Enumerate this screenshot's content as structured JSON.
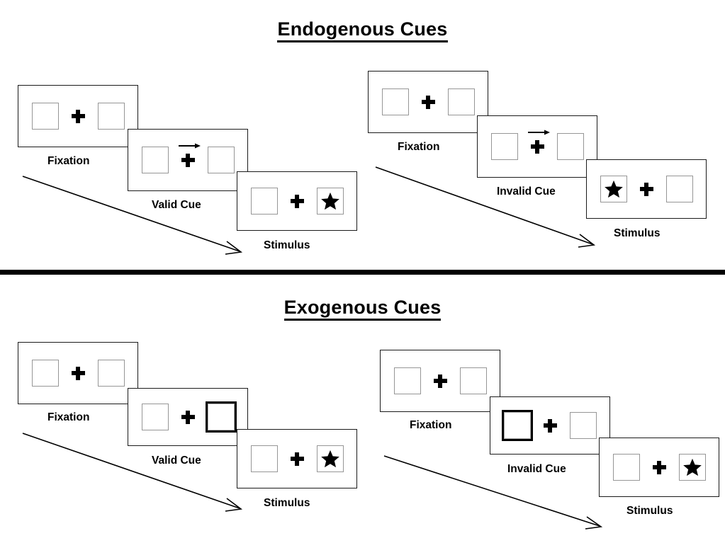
{
  "figure": {
    "title_endogenous": "Endogenous Cues",
    "title_exogenous": "Exogenous Cues"
  },
  "sections": [
    {
      "id": "endogenous",
      "title": "Endogenous Cues",
      "cue_type": "central-arrow",
      "sequences": [
        {
          "id": "endogenous-valid",
          "condition": "Valid Cue",
          "frames": [
            {
              "caption": "Fixation",
              "left_box": "empty",
              "right_box": "empty",
              "center": "plus",
              "arrow": "none"
            },
            {
              "caption": "Valid Cue",
              "left_box": "empty",
              "right_box": "empty",
              "center": "plus-with-arrow",
              "arrow": "right"
            },
            {
              "caption": "Stimulus",
              "left_box": "empty",
              "right_box": "star",
              "center": "plus",
              "arrow": "none"
            }
          ]
        },
        {
          "id": "endogenous-invalid",
          "condition": "Invalid Cue",
          "frames": [
            {
              "caption": "Fixation",
              "left_box": "empty",
              "right_box": "empty",
              "center": "plus",
              "arrow": "none"
            },
            {
              "caption": "Invalid Cue",
              "left_box": "empty",
              "right_box": "empty",
              "center": "plus-with-arrow",
              "arrow": "right"
            },
            {
              "caption": "Stimulus",
              "left_box": "star",
              "right_box": "empty",
              "center": "plus",
              "arrow": "none"
            }
          ]
        }
      ]
    },
    {
      "id": "exogenous",
      "title": "Exogenous Cues",
      "cue_type": "peripheral-box-flash",
      "sequences": [
        {
          "id": "exogenous-valid",
          "condition": "Valid Cue",
          "frames": [
            {
              "caption": "Fixation",
              "left_box": "empty",
              "right_box": "empty",
              "center": "plus",
              "arrow": "none"
            },
            {
              "caption": "Valid Cue",
              "left_box": "empty",
              "right_box": "cued",
              "center": "plus",
              "arrow": "none"
            },
            {
              "caption": "Stimulus",
              "left_box": "empty",
              "right_box": "star",
              "center": "plus",
              "arrow": "none"
            }
          ]
        },
        {
          "id": "exogenous-invalid",
          "condition": "Invalid Cue",
          "frames": [
            {
              "caption": "Fixation",
              "left_box": "empty",
              "right_box": "empty",
              "center": "plus",
              "arrow": "none"
            },
            {
              "caption": "Invalid Cue",
              "left_box": "cued",
              "right_box": "empty",
              "center": "plus",
              "arrow": "none"
            },
            {
              "caption": "Stimulus",
              "left_box": "empty",
              "right_box": "star",
              "center": "plus",
              "arrow": "none"
            }
          ]
        }
      ]
    }
  ],
  "captions": {
    "fixation": "Fixation",
    "valid_cue": "Valid Cue",
    "invalid_cue": "Invalid Cue",
    "stimulus": "Stimulus"
  },
  "colors": {
    "background": "#ffffff",
    "panel_border": "#1a1a1a",
    "inner_box_border": "#969696",
    "cued_box_border": "#000000",
    "star_fill": "#000000",
    "text": "#000000",
    "divider": "#000000"
  }
}
